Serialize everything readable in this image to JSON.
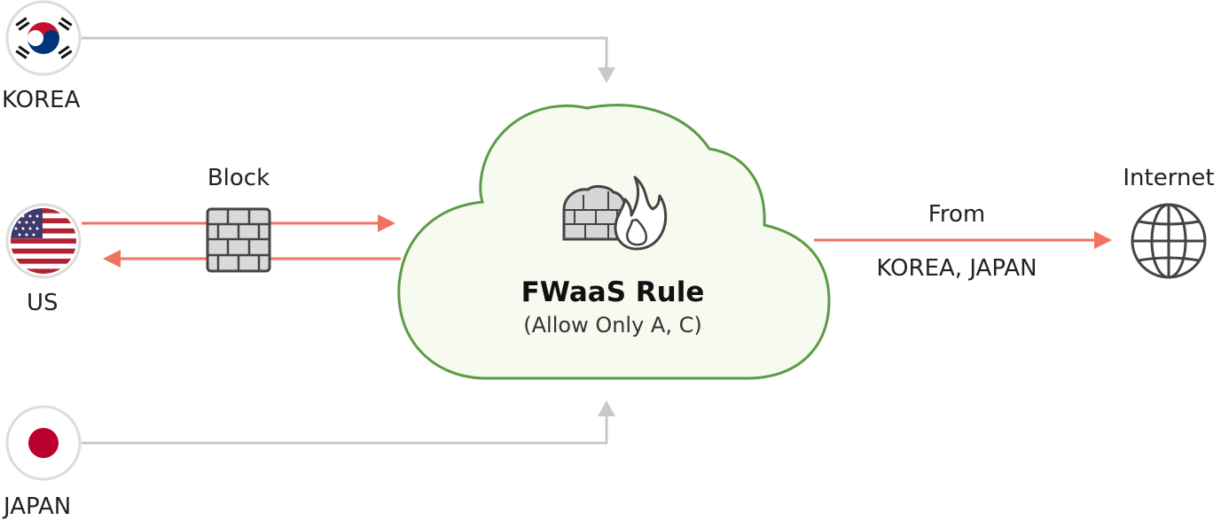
{
  "nodes": {
    "korea": {
      "label": "KOREA"
    },
    "us": {
      "label": "US"
    },
    "japan": {
      "label": "JAPAN"
    },
    "internet": {
      "label": "Internet"
    }
  },
  "block": {
    "label": "Block"
  },
  "cloud": {
    "title": "FWaaS Rule",
    "subtitle": "(Allow Only A, C)"
  },
  "egress": {
    "top_label": "From",
    "bottom_label": "KOREA, JAPAN"
  },
  "colors": {
    "allowed_line": "#c8c8c8",
    "blocked_line": "#f07260",
    "cloud_stroke": "#5e9a48",
    "cloud_fill": "#f6faef",
    "korea_red": "#c8102e",
    "korea_blue": "#003478",
    "japan_red": "#bc002d",
    "us_red": "#b22234",
    "us_blue": "#3c3b6e"
  }
}
